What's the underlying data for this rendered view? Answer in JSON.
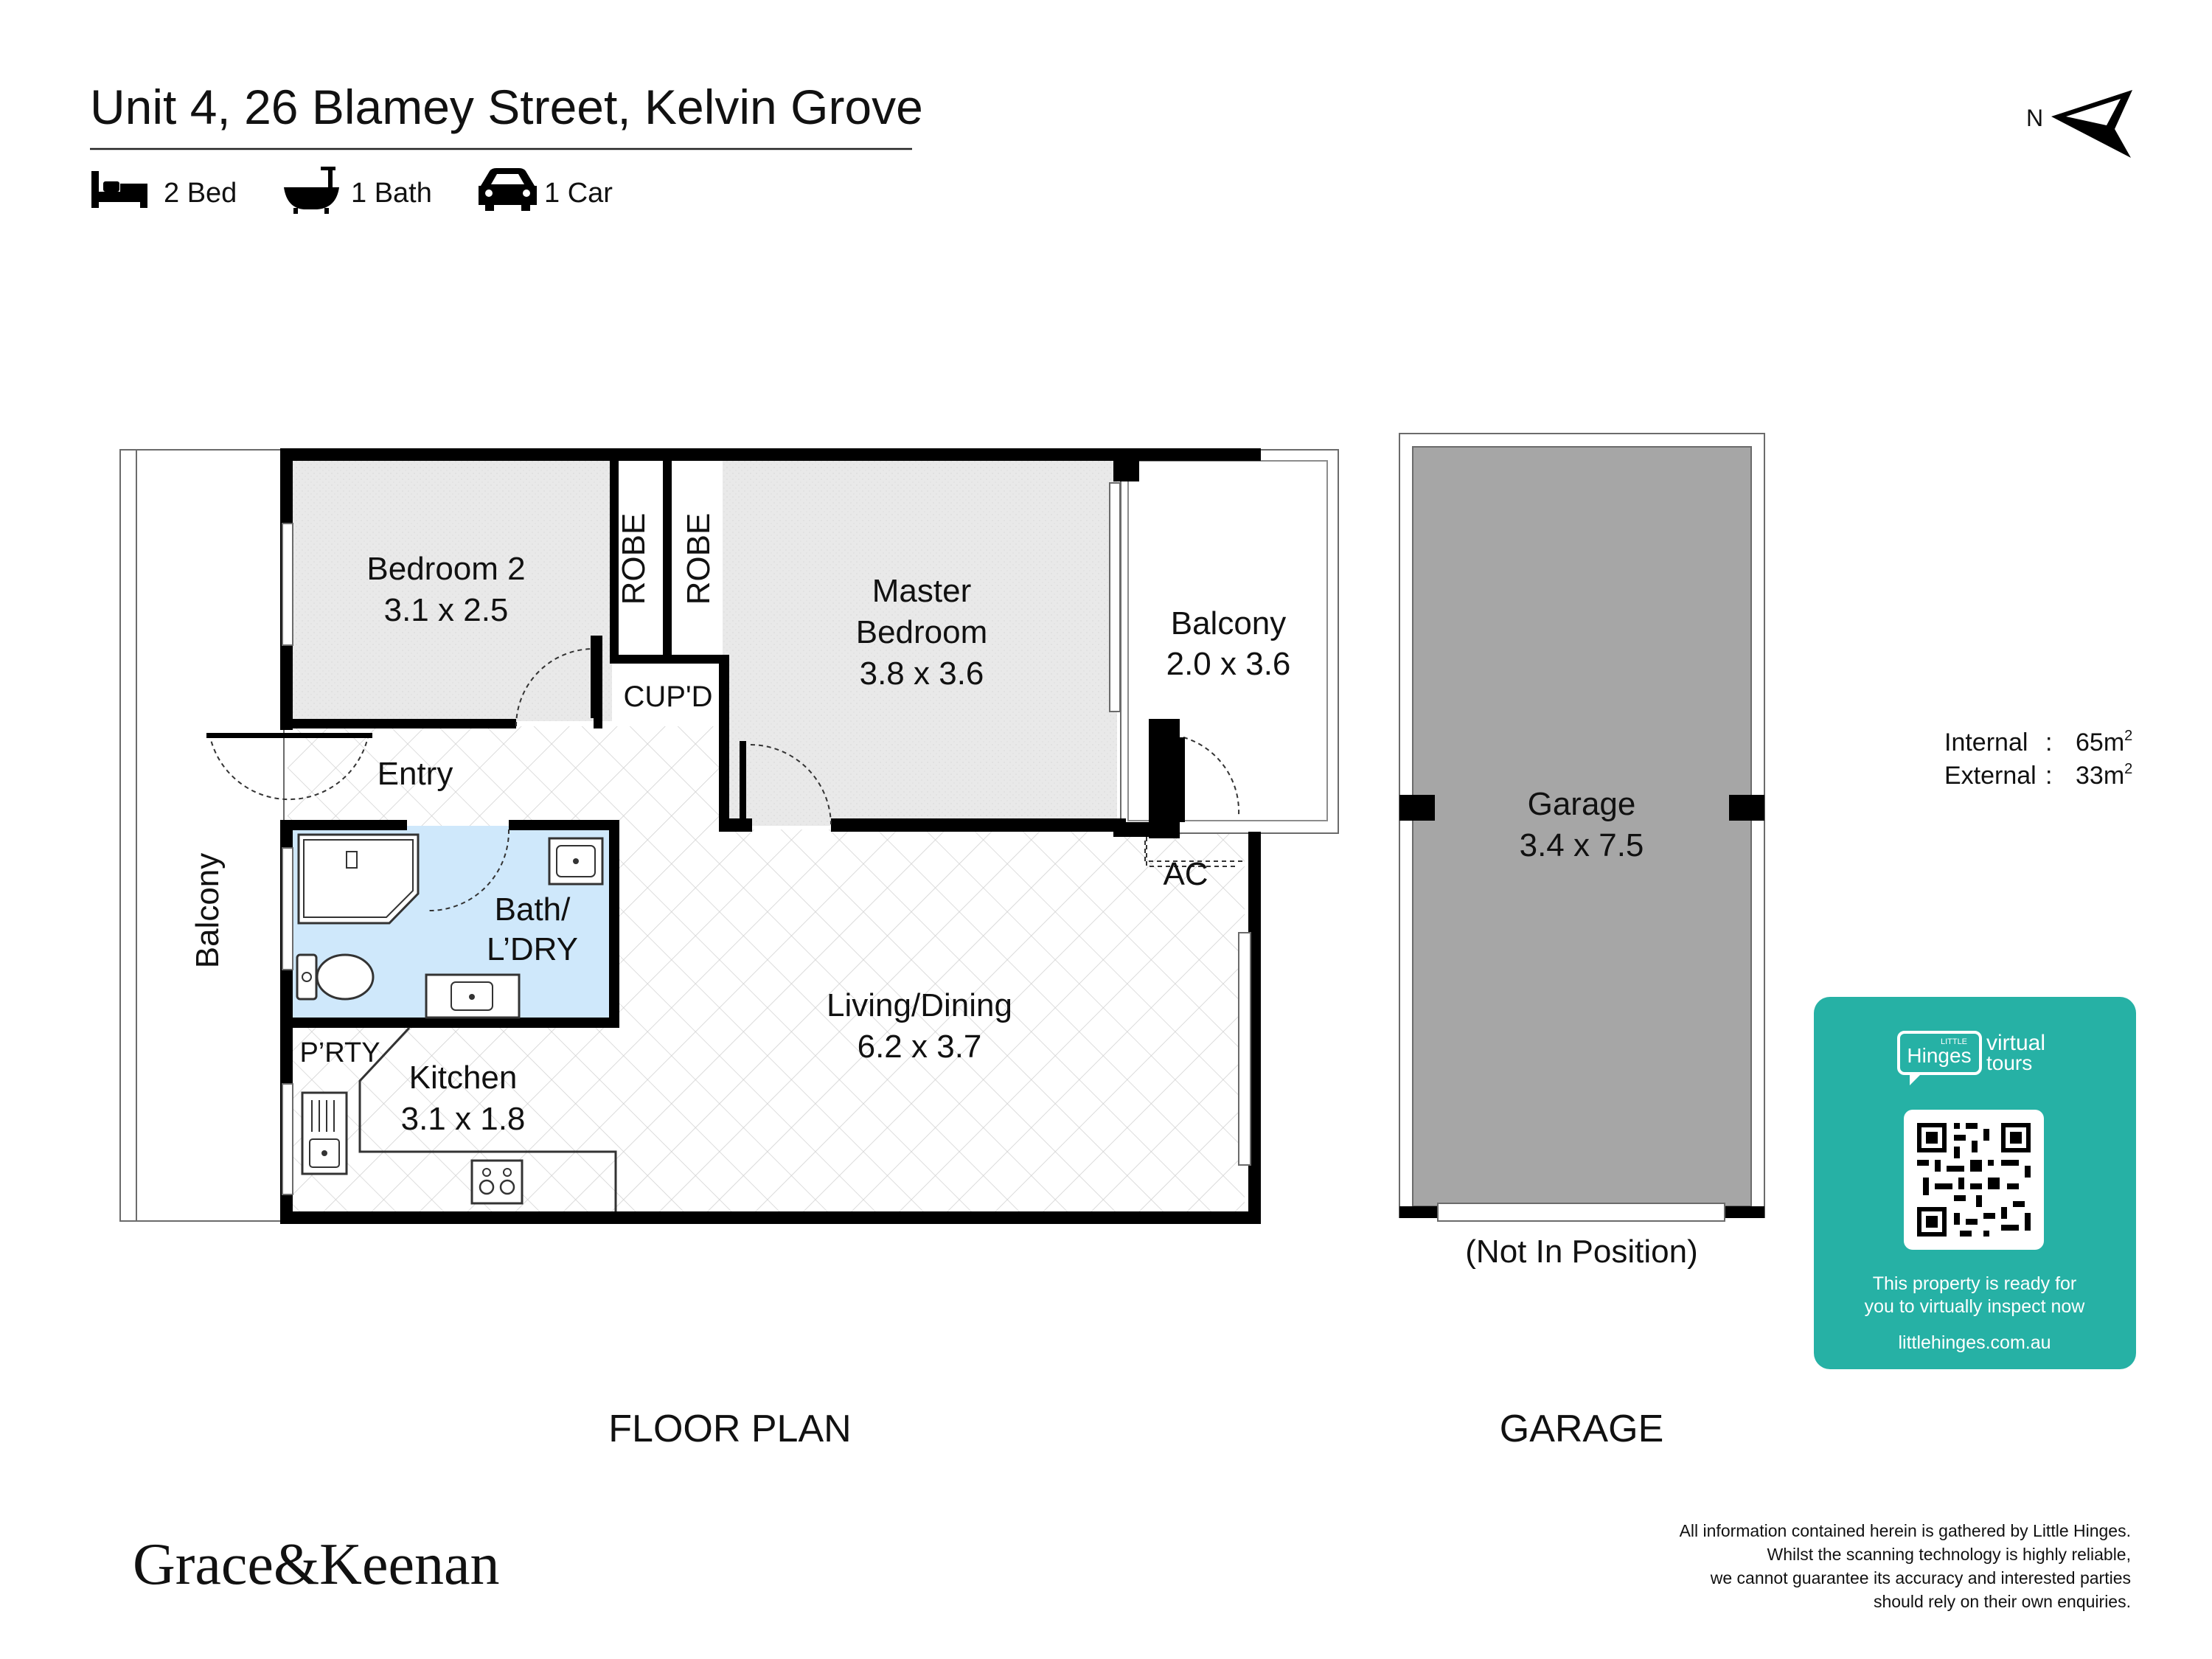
{
  "header": {
    "address": "Unit 4, 26 Blamey Street, Kelvin Grove",
    "features": [
      {
        "icon": "bed-icon",
        "label": "2 Bed"
      },
      {
        "icon": "bath-icon",
        "label": "1 Bath"
      },
      {
        "icon": "car-icon",
        "label": "1 Car"
      }
    ],
    "north_label": "N"
  },
  "floor_plan": {
    "title": "FLOOR PLAN",
    "rooms": {
      "bedroom2": {
        "name": "Bedroom 2",
        "dims": "3.1 x 2.5"
      },
      "robe1": "ROBE",
      "robe2": "ROBE",
      "cupd": "CUP'D",
      "master": {
        "name_line1": "Master",
        "name_line2": "Bedroom",
        "dims": "3.8 x 3.6"
      },
      "balcony_right": {
        "name": "Balcony",
        "dims": "2.0 x 3.6"
      },
      "balcony_left": "Balcony",
      "entry": "Entry",
      "bath": {
        "line1": "Bath/",
        "line2": "L’DRY"
      },
      "ac": "AC",
      "living": {
        "name": "Living/Dining",
        "dims": "6.2 x 3.7"
      },
      "pantry": "P’RTY",
      "kitchen": {
        "name": "Kitchen",
        "dims": "3.1 x 1.8"
      }
    }
  },
  "garage_plan": {
    "title": "GARAGE",
    "name": "Garage",
    "dims": "3.4 x 7.5",
    "note": "(Not In Position)"
  },
  "areas": {
    "internal_label": "Internal",
    "internal_value": "65m",
    "external_label": "External",
    "external_value": "33m",
    "separator": ":",
    "unit_sup": "2"
  },
  "promo": {
    "brand_small": "LITTLE",
    "brand": "Hinges",
    "virtual": "virtual",
    "tours": "tours",
    "line1": "This property is ready for",
    "line2": "you to virtually inspect now",
    "url": "littlehinges.com.au"
  },
  "footer": {
    "agency": "Grace&Keenan",
    "disclaimer": [
      "All information contained herein is gathered by Little Hinges.",
      "Whilst the scanning technology is highly reliable,",
      "we cannot guarantee its accuracy and interested parties",
      "should rely on their own enquiries."
    ]
  },
  "colors": {
    "wall": "#000000",
    "bedroom_fill": "#e9e9e9",
    "bath_fill": "#cfe8fb",
    "garage_fill": "#a6a6a6",
    "promo_bg": "#26b1a5"
  }
}
